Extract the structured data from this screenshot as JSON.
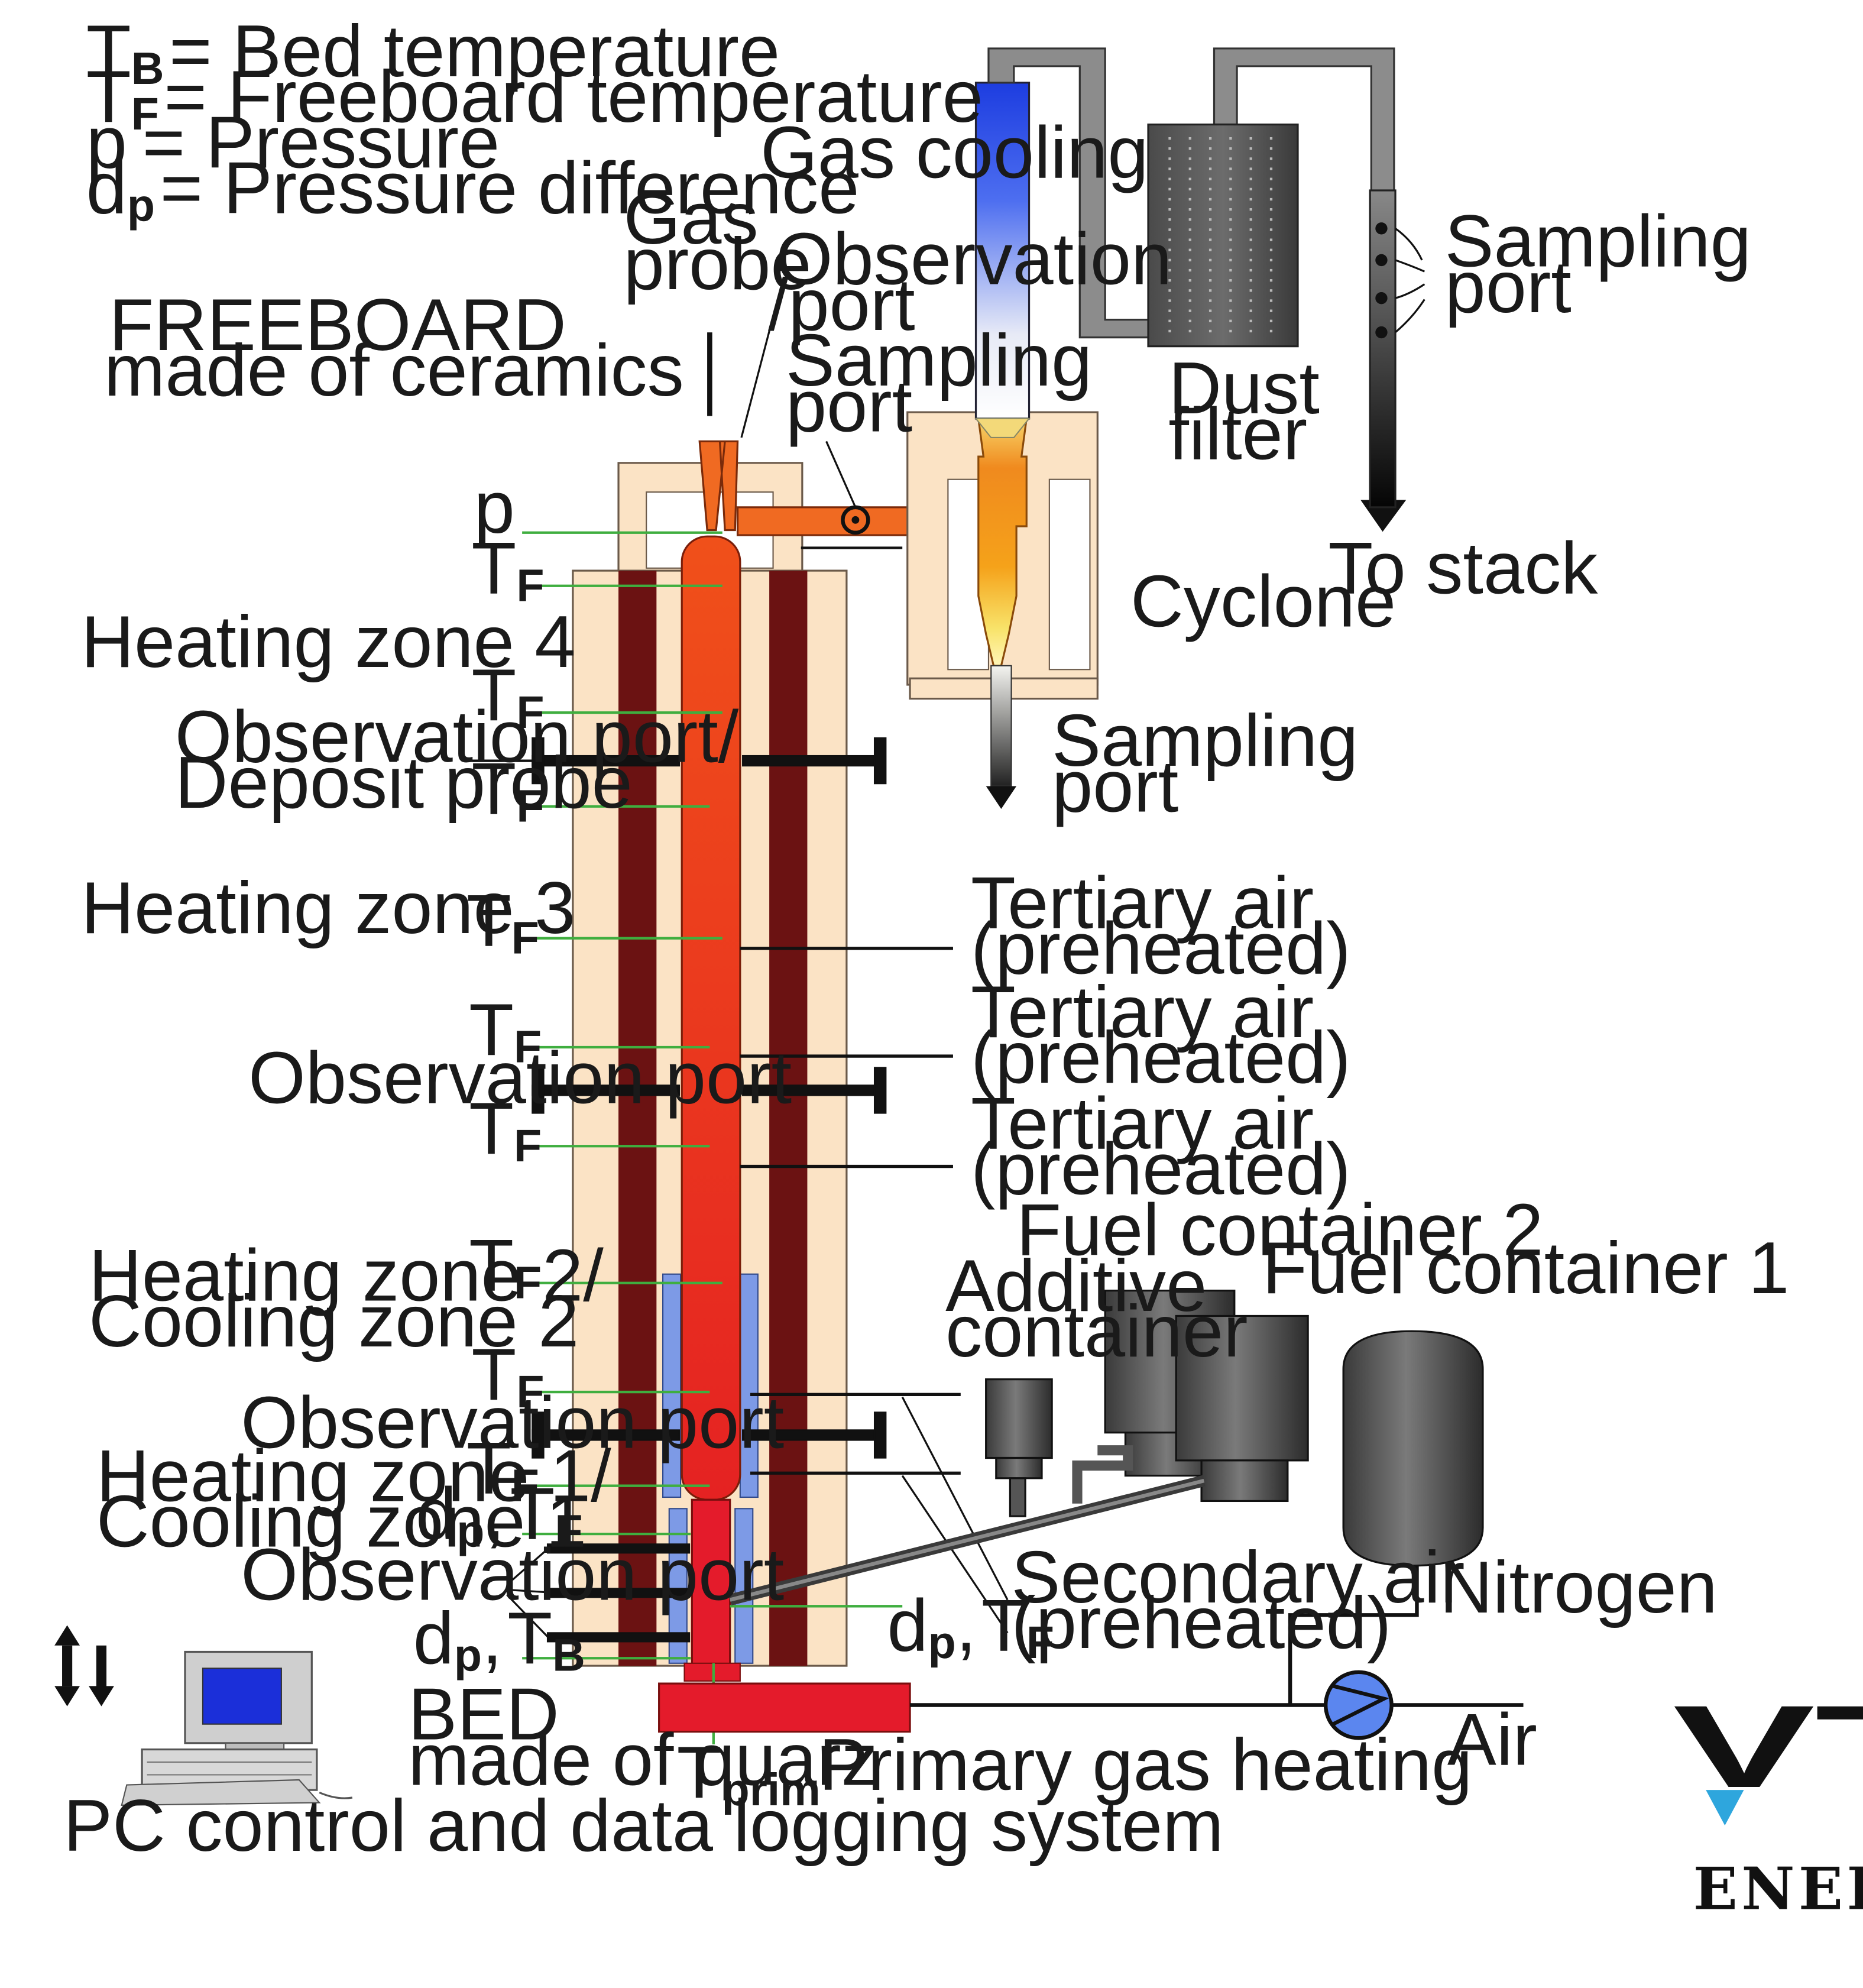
{
  "legend": {
    "tb": {
      "sym": "T",
      "sub": "B",
      "text": "= Bed temperature"
    },
    "tf": {
      "sym": "T",
      "sub": "F",
      "text": "= Freeboard temperature"
    },
    "p": {
      "sym": "p",
      "text": "= Pressure"
    },
    "dp": {
      "sym": "d",
      "sub": "p",
      "text": "= Pressure difference"
    }
  },
  "labels": {
    "freeboard": [
      "FREEBOARD",
      "made of ceramics"
    ],
    "gas_probe": [
      "Gas",
      "probe"
    ],
    "obs_port_top": [
      "Observation",
      "/port"
    ],
    "sampling_port_top": [
      "Sampling",
      "port"
    ],
    "gas_cooling": "Gas cooling",
    "dust_filter": [
      "Dust",
      "filter"
    ],
    "sampling_port_stack": [
      "Sampling",
      "port"
    ],
    "to_stack": "To stack",
    "cyclone": "Cyclone",
    "sampling_port_cyclone": [
      "Sampling",
      "port"
    ],
    "heating_zone_4": "Heating zone 4",
    "obs_deposit": [
      "Observation port/",
      "Deposit probe"
    ],
    "heating_zone_3": "Heating zone 3",
    "obs_port_mid": "Observation port",
    "heating_zone_2": [
      "Heating zone 2/",
      "Cooling zone 2"
    ],
    "obs_port_low": "Observation port",
    "heating_zone_1": [
      "Heating zone 1/",
      "Cooling zone 1"
    ],
    "obs_port_bottom": "Observation port",
    "tertiary_air": [
      "Tertiary air",
      "(preheated)"
    ],
    "fuel_container_2": "Fuel container 2",
    "fuel_container_1": "Fuel container 1",
    "additive_container": [
      "Additive",
      "container"
    ],
    "secondary_air": [
      "Secondary air",
      "(preheated)"
    ],
    "nitrogen": "Nitrogen",
    "air": "Air",
    "bed": [
      "BED",
      "made of quarz"
    ],
    "primary_gas_heating": "Primary gas heating",
    "pc_control": "PC control and data logging system"
  },
  "sensors": {
    "p": "p",
    "t": "T",
    "f": "F",
    "b": "B",
    "d": "d",
    "psub": "p",
    "comma": ",",
    "prim": "prim"
  },
  "logo": {
    "name": "VTT",
    "subtitle": "ENERGY"
  },
  "colors": {
    "reactor_hot": "#e8401c",
    "reactor_orange": "#f06a22",
    "ceramic": "#fbe3c5",
    "heater": "#6b1212",
    "cooling": "#7d9ae6",
    "sensor_line": "#3fae3f",
    "bed_red": "#e41b2b",
    "steel": "#5a5a5a",
    "pump": "#5b86ef"
  }
}
